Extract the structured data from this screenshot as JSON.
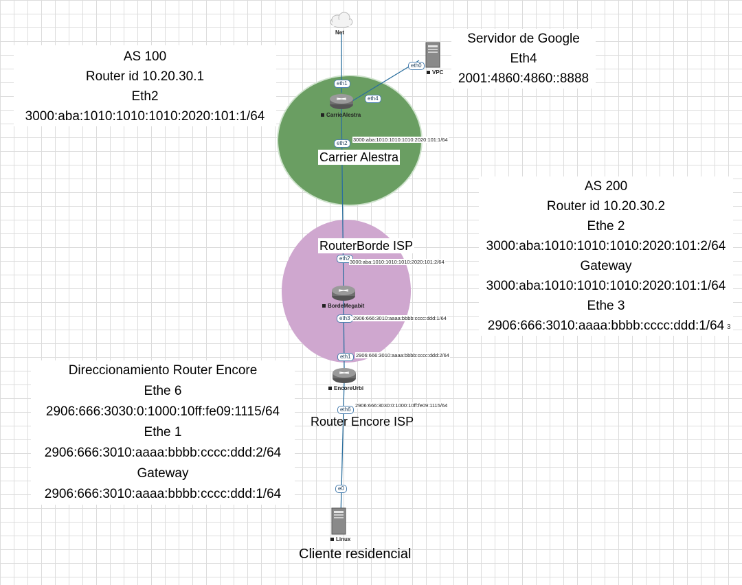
{
  "info_as100": {
    "lines": [
      "AS 100",
      "Router id  10.20.30.1",
      "Eth2",
      "3000:aba:1010:1010:1010:2020:101:1/64"
    ]
  },
  "info_google": {
    "lines": [
      "Servidor de Google",
      "Eth4",
      "2001:4860:4860::8888"
    ]
  },
  "info_as200": {
    "lines": [
      "AS 200",
      "Router id 10.20.30.2",
      "Ethe 2",
      "3000:aba:1010:1010:1010:2020:101:2/64",
      "Gateway",
      "3000:aba:1010:1010:1010:2020:101:1/64",
      "Ethe 3",
      "2906:666:3010:aaaa:bbbb:cccc:ddd:1/64"
    ]
  },
  "info_encore": {
    "lines": [
      "Direccionamiento Router Encore",
      "Ethe 6",
      "2906:666:3030:0:1000:10ff:fe09:1115/64",
      "Ethe 1",
      "2906:666:3010:aaaa:bbbb:cccc:ddd:2/64",
      "Gateway",
      "2906:666:3010:aaaa:bbbb:cccc:ddd:1/64"
    ]
  },
  "zones": {
    "carrier": "Carrier Alestra",
    "borde": "RouterBorde ISP",
    "encore": "Router Encore ISP"
  },
  "client_label": "Cliente residencial",
  "nodes": {
    "net": "Net",
    "vpc": "VPC",
    "carrier": "CarrieAlestra",
    "borde": "BordeMegabit",
    "encore": "EncoreUrbi",
    "linux": "Linux"
  },
  "ports": {
    "carrier_eth1": "eth1",
    "carrier_eth4": "eth4",
    "carrier_eth2": "eth2",
    "vpc_eth0": "eth0",
    "borde_eth2": "eth2",
    "borde_eth3": "eth3",
    "encore_eth1": "eth1",
    "encore_eth6": "eth6",
    "linux_e0": "e0"
  },
  "link_addresses": {
    "carrier_eth2": "3000:aba:1010:1010:1010:2020:101:1/64",
    "borde_eth2": "3000:aba:1010:1010:1010:2020:101:2/64",
    "borde_eth3": "2906:666:3010:aaaa:bbbb:cccc:ddd:1/64",
    "encore_eth1": "2906:666:3010:aaaa:bbbb:cccc:ddd:2/64",
    "encore_eth6": "2906:666:3030:0:1000:10ff:fe09:1115/64"
  },
  "corner_mark": "3",
  "colors": {
    "carrier_zone": "#6a9e62",
    "borde_zone": "#cfa7cf",
    "link": "#2b6f9e"
  }
}
